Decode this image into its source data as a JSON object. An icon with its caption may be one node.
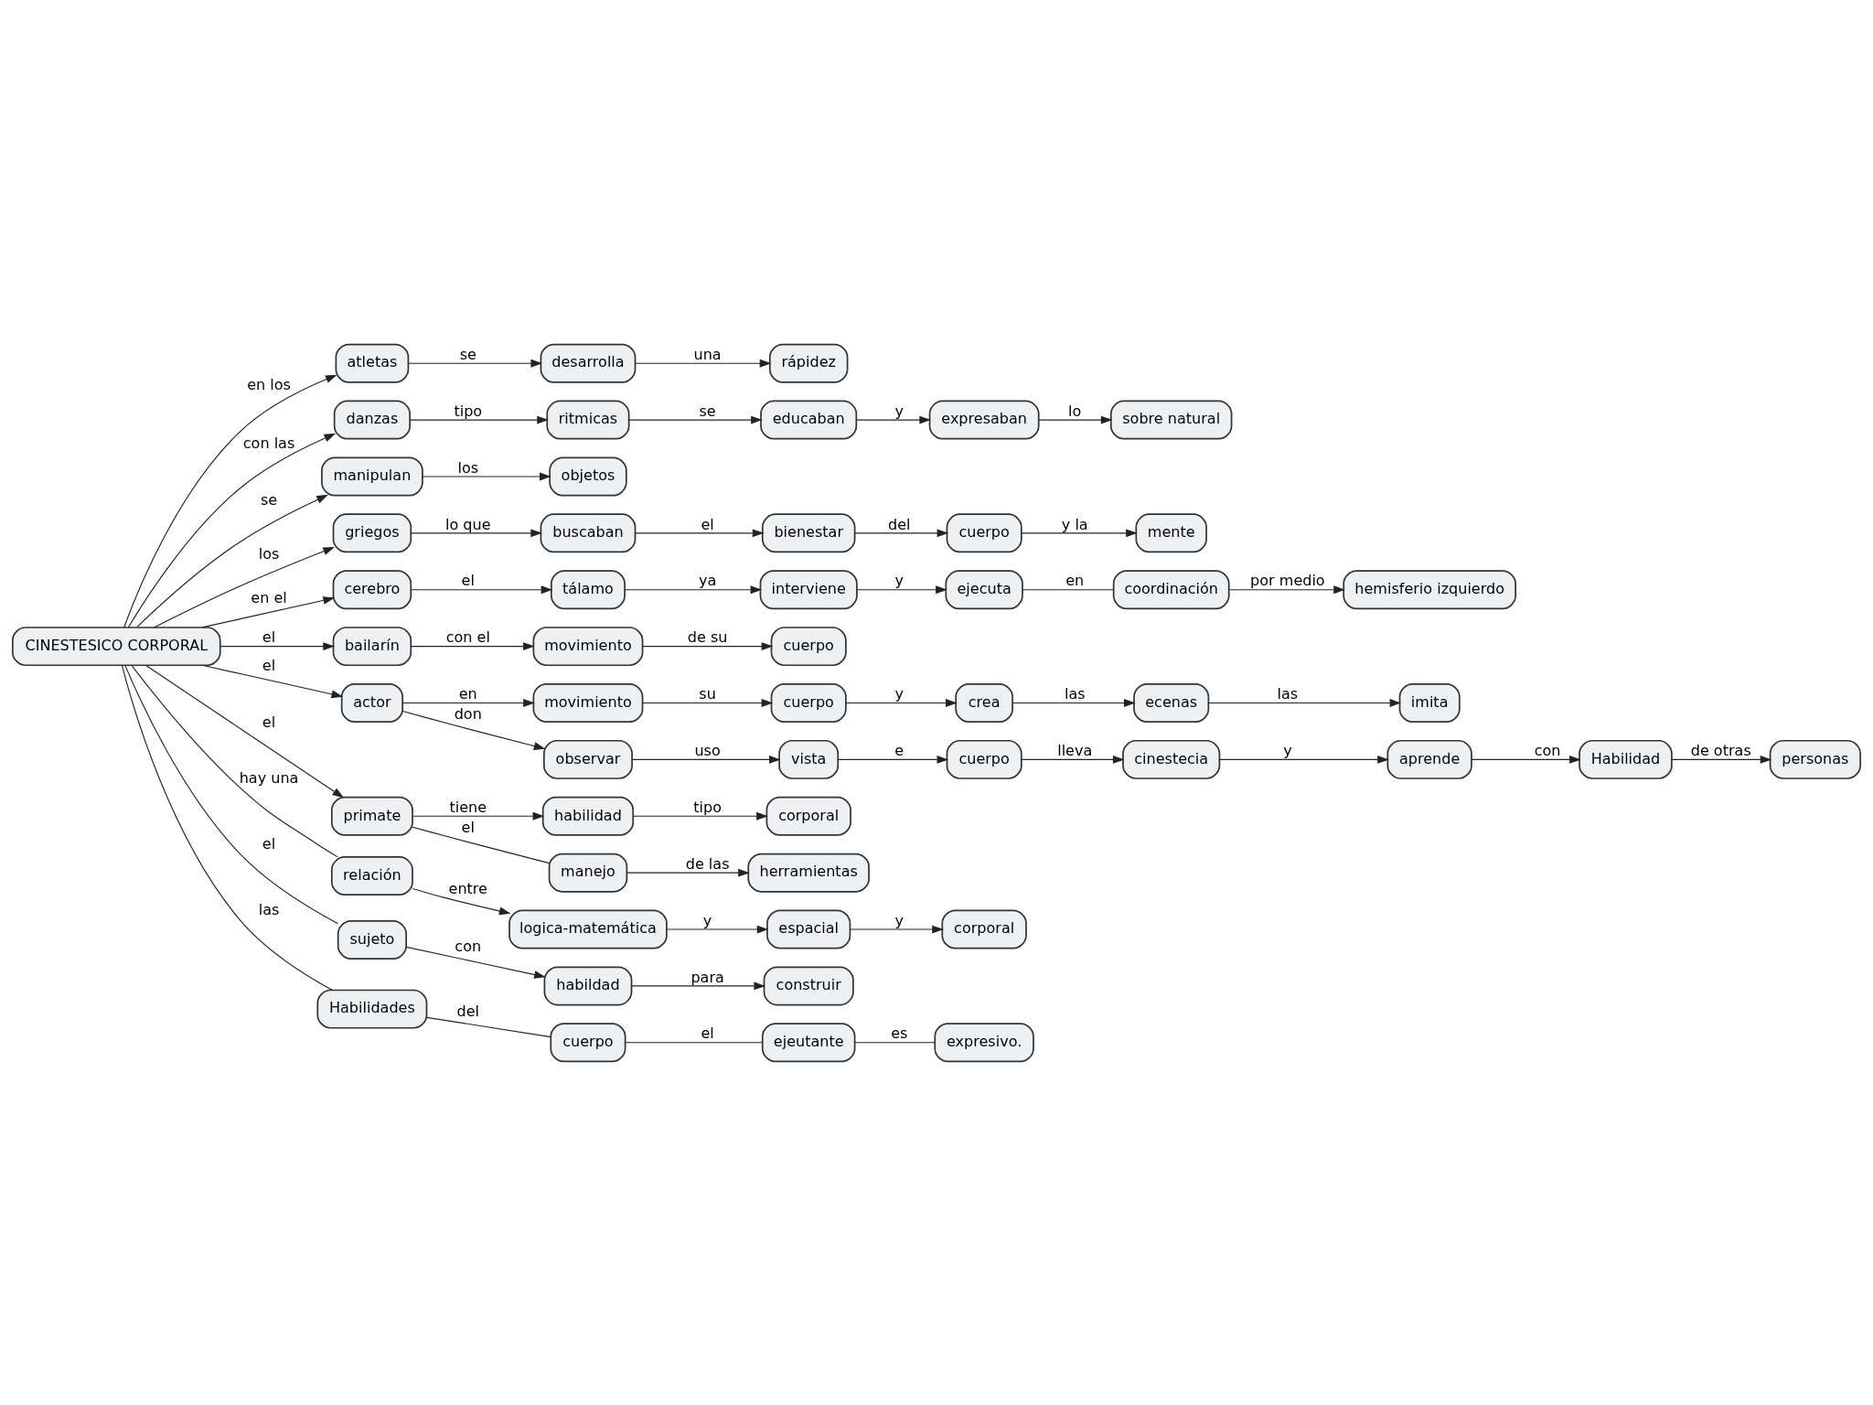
{
  "diagram": {
    "nodes": [
      {
        "text": [
          "CINESTESICO CORPORAL"
        ]
      },
      {
        "text": [
          "sobre natural"
        ]
      },
      {
        "text": [
          "expresaban"
        ]
      },
      {
        "text": [
          "educaban"
        ]
      },
      {
        "text": [
          "ritmicas"
        ]
      },
      {
        "text": [
          "objetos"
        ]
      },
      {
        "text": [
          "rápidez"
        ]
      },
      {
        "text": [
          "desarrolla"
        ]
      },
      {
        "text": [
          "atletas"
        ]
      },
      {
        "text": [
          "danzas"
        ]
      },
      {
        "text": [
          "manipulan"
        ]
      },
      {
        "text": [
          "griegos"
        ]
      },
      {
        "text": [
          "buscaban"
        ]
      },
      {
        "text": [
          "bienestar"
        ]
      },
      {
        "text": [
          "cuerpo"
        ]
      },
      {
        "text": [
          "mente"
        ]
      },
      {
        "text": [
          "cerebro"
        ]
      },
      {
        "text": [
          "tálamo"
        ]
      },
      {
        "text": [
          "interviene"
        ]
      },
      {
        "text": [
          "ejecuta"
        ]
      },
      {
        "text": [
          "coordinación"
        ]
      },
      {
        "text": [
          "hemisferio izquierdo"
        ]
      },
      {
        "text": [
          "cuerpo"
        ]
      },
      {
        "text": [
          "movimiento"
        ]
      },
      {
        "text": [
          "bailarín"
        ]
      },
      {
        "text": [
          "actor"
        ]
      },
      {
        "text": [
          "movimiento"
        ]
      },
      {
        "text": [
          "cuerpo"
        ]
      },
      {
        "text": [
          "crea"
        ]
      },
      {
        "text": [
          "ecenas"
        ]
      },
      {
        "text": [
          "imita"
        ]
      },
      {
        "text": [
          "corporal"
        ]
      },
      {
        "text": [
          "habilidad"
        ]
      },
      {
        "text": [
          "primate"
        ]
      },
      {
        "text": [
          "observar"
        ]
      },
      {
        "text": [
          "vista"
        ]
      },
      {
        "text": [
          "cuerpo"
        ]
      },
      {
        "text": [
          "cinestecia"
        ]
      },
      {
        "text": [
          "aprende"
        ]
      },
      {
        "text": [
          "Habilidad"
        ]
      },
      {
        "text": [
          "personas"
        ]
      },
      {
        "text": [
          "relación"
        ]
      },
      {
        "text": [
          "logica-matemática"
        ]
      },
      {
        "text": [
          "espacial"
        ]
      },
      {
        "text": [
          "corporal"
        ]
      },
      {
        "text": [
          "herramientas"
        ]
      },
      {
        "text": [
          "manejo"
        ]
      },
      {
        "text": [
          "construir"
        ]
      },
      {
        "text": [
          "habildad"
        ]
      },
      {
        "text": [
          "sujeto"
        ]
      },
      {
        "text": [
          "Habilidades"
        ]
      },
      {
        "text": [
          "cuerpo"
        ]
      },
      {
        "text": [
          "ejeutante"
        ]
      },
      {
        "text": [
          "expresivo."
        ]
      }
    ],
    "edges": [
      {
        "from": 0,
        "to": 9,
        "label": "con las",
        "arrow": "to"
      },
      {
        "from": 9,
        "to": 4,
        "label": "tipo",
        "arrow": "to"
      },
      {
        "from": 4,
        "to": 3,
        "label": "se",
        "arrow": "to"
      },
      {
        "from": 3,
        "to": 2,
        "label": "y",
        "arrow": "to"
      },
      {
        "from": 2,
        "to": 1,
        "label": "lo",
        "arrow": "to"
      },
      {
        "from": 0,
        "to": 10,
        "label": "se",
        "arrow": "to"
      },
      {
        "from": 10,
        "to": 5,
        "label": "los",
        "arrow": "to"
      },
      {
        "from": 0,
        "to": 8,
        "label": "en los",
        "arrow": "to"
      },
      {
        "from": 8,
        "to": 7,
        "label": "se",
        "arrow": "to"
      },
      {
        "from": 7,
        "to": 6,
        "label": "una",
        "arrow": "to"
      },
      {
        "from": 0,
        "to": 11,
        "label": "los",
        "arrow": "to"
      },
      {
        "from": 11,
        "to": 12,
        "label": "lo que",
        "arrow": "to"
      },
      {
        "from": 12,
        "to": 13,
        "label": "el",
        "arrow": "to"
      },
      {
        "from": 13,
        "to": 14,
        "label": "del",
        "arrow": "to"
      },
      {
        "from": 14,
        "to": 15,
        "label": "y la",
        "arrow": "to"
      },
      {
        "from": 0,
        "to": 16,
        "label": "en el",
        "arrow": "to"
      },
      {
        "from": 16,
        "to": 17,
        "label": "el",
        "arrow": "to"
      },
      {
        "from": 17,
        "to": 18,
        "label": "ya",
        "arrow": "to"
      },
      {
        "from": 18,
        "to": 19,
        "label": "y",
        "arrow": "to"
      },
      {
        "from": 19,
        "to": 20,
        "label": "en",
        "arrow": "none"
      },
      {
        "from": 20,
        "to": 21,
        "label": "por medio",
        "arrow": "to"
      },
      {
        "from": 0,
        "to": 24,
        "label": "el",
        "arrow": "to"
      },
      {
        "from": 24,
        "to": 23,
        "label": "con el",
        "arrow": "to"
      },
      {
        "from": 23,
        "to": 22,
        "label": "de su",
        "arrow": "to"
      },
      {
        "from": 0,
        "to": 25,
        "label": "el",
        "arrow": "to"
      },
      {
        "from": 25,
        "to": 26,
        "label": "en",
        "arrow": "to"
      },
      {
        "from": 26,
        "to": 27,
        "label": "su",
        "arrow": "to"
      },
      {
        "from": 27,
        "to": 28,
        "label": "y",
        "arrow": "to"
      },
      {
        "from": 28,
        "to": 29,
        "label": "las",
        "arrow": "to"
      },
      {
        "from": 29,
        "to": 30,
        "label": "las",
        "arrow": "to"
      },
      {
        "from": 0,
        "to": 33,
        "label": "el",
        "arrow": "to"
      },
      {
        "from": 33,
        "to": 32,
        "label": "tiene",
        "arrow": "to"
      },
      {
        "from": 32,
        "to": 31,
        "label": "tipo",
        "arrow": "to"
      },
      {
        "from": 33,
        "to": 46,
        "label": "el",
        "arrow": "none"
      },
      {
        "from": 46,
        "to": 45,
        "label": "de las",
        "arrow": "to"
      },
      {
        "from": 25,
        "to": 34,
        "label": "don",
        "arrow": "to"
      },
      {
        "from": 34,
        "to": 35,
        "label": "uso",
        "arrow": "to"
      },
      {
        "from": 35,
        "to": 36,
        "label": "e",
        "arrow": "to"
      },
      {
        "from": 36,
        "to": 37,
        "label": "lleva",
        "arrow": "to"
      },
      {
        "from": 37,
        "to": 38,
        "label": "y",
        "arrow": "to"
      },
      {
        "from": 38,
        "to": 39,
        "label": "con",
        "arrow": "to"
      },
      {
        "from": 39,
        "to": 40,
        "label": "de otras",
        "arrow": "to"
      },
      {
        "from": 0,
        "to": 41,
        "label": "hay una",
        "arrow": "none"
      },
      {
        "from": 41,
        "to": 42,
        "label": "entre",
        "arrow": "to"
      },
      {
        "from": 42,
        "to": 43,
        "label": "y",
        "arrow": "to"
      },
      {
        "from": 43,
        "to": 44,
        "label": "y",
        "arrow": "to"
      },
      {
        "from": 0,
        "to": 49,
        "label": "el",
        "arrow": "none"
      },
      {
        "from": 49,
        "to": 48,
        "label": "con",
        "arrow": "to"
      },
      {
        "from": 48,
        "to": 47,
        "label": "para",
        "arrow": "to"
      },
      {
        "from": 0,
        "to": 50,
        "label": "las",
        "arrow": "none"
      },
      {
        "from": 50,
        "to": 51,
        "label": "del",
        "arrow": "none"
      },
      {
        "from": 51,
        "to": 52,
        "label": "el",
        "arrow": "none"
      },
      {
        "from": 52,
        "to": 53,
        "label": "es",
        "arrow": "none"
      }
    ]
  }
}
